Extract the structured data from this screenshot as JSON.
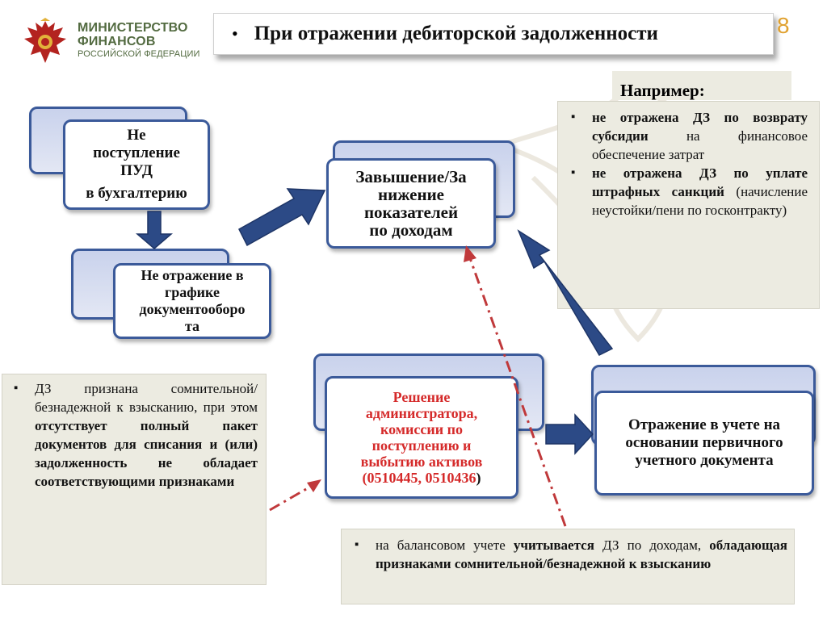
{
  "header": {
    "ministry_line1": "МИНИСТЕРСТВО",
    "ministry_line2": "ФИНАНСОВ",
    "ministry_line3": "РОССИЙСКОЙ ФЕДЕРАЦИИ",
    "bullet": "•",
    "title": "При отражении дебиторской задолженности",
    "page_number": "8"
  },
  "example": {
    "label": "Например:",
    "items": [
      {
        "bold": "не отражена ДЗ по возврату субсидии",
        "rest": " на финансовое обеспечение затрат"
      },
      {
        "bold": "не отражена ДЗ по уплате штрафных санкций",
        "rest": " (начисление неустойки/пени по госконтракту)"
      }
    ]
  },
  "flow": {
    "box1": {
      "line1": "Не",
      "line2": "поступление",
      "line3": "ПУД",
      "line4": "в бухгалтерию"
    },
    "box2": {
      "line1": "Не отражение  в",
      "line2": "графике",
      "line3": "документооборо",
      "line4": "та"
    },
    "box3": {
      "line1": "Завышение/За",
      "line2": "нижение",
      "line3": "показателей",
      "line4": "по доходам"
    },
    "box4": {
      "line1": "Решение",
      "line2": "администратора,",
      "line3": "комиссии по",
      "line4": "поступлению и",
      "line5": "выбытию активов",
      "codes": "(0510445, 0510436",
      "paren": ")"
    },
    "box5": {
      "line1": "Отражение в учете на",
      "line2": "основании первичного",
      "line3": "учетного документа"
    }
  },
  "left_panel": {
    "part1": "ДЗ признана сомнительной/безнадежной к взысканию, при этом ",
    "bold": "отсутствует полный пакет документов для списания и (или) задолженность не обладает соответствующими признаками"
  },
  "bottom_panel": {
    "part1": "на балансовом учете ",
    "bold1": "учитывается",
    "part2": "  ДЗ по доходам, ",
    "bold2": "обладающая признаками сомнительной/безнадежной к взысканию"
  },
  "colors": {
    "accent_blue": "#2c4a86",
    "box_border": "#3b5a9a",
    "panel_bg": "#ecebe1",
    "ministry_green": "#536b41",
    "page_number": "#e0a12f",
    "dash_red": "#c0393b",
    "highlight_red": "#d52a2a"
  },
  "icons": {
    "emblem": "double-headed-eagle-emblem",
    "watermark": "eagle-watermark",
    "arrows": [
      "arrow-down",
      "arrow-up-right",
      "arrow-up-left",
      "arrow-right",
      "dash-dot-arrow-up",
      "dash-dot-arrow-up-right"
    ]
  }
}
